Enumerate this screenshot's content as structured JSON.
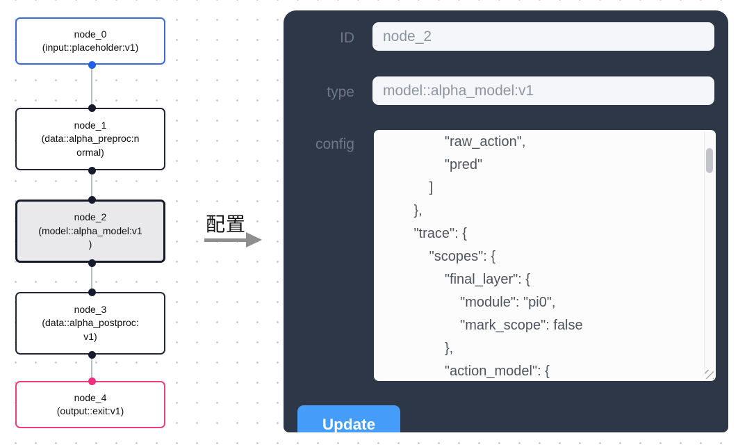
{
  "diagram": {
    "nodes": [
      {
        "name": "node_0",
        "label": "node_0\n(input::placeholder:v1)",
        "kind": "input",
        "border_color": "#3a6cd8",
        "port_color": "#2160e6"
      },
      {
        "name": "node_1",
        "label": "node_1\n(data::alpha_preproc:n\normal)",
        "kind": "data",
        "border_color": "#23263a",
        "port_color": "#171a2c"
      },
      {
        "name": "node_2",
        "label": "node_2\n(model::alpha_model:v1\n)",
        "kind": "model",
        "border_color": "#171a2c",
        "port_color": "#171a2c",
        "selected": true,
        "selected_bg": "#e9e9eb"
      },
      {
        "name": "node_3",
        "label": "node_3\n(data::alpha_postproc:\nv1)",
        "kind": "data",
        "border_color": "#23263a",
        "port_color": "#171a2c"
      },
      {
        "name": "node_4",
        "label": "node_4\n(output::exit:v1)",
        "kind": "output",
        "border_color": "#ee3d80",
        "port_color": "#f02d7d"
      }
    ],
    "edge_label": "配置"
  },
  "panel": {
    "bg_color": "#2d3748",
    "fields": [
      {
        "label": "ID",
        "value": "node_2"
      },
      {
        "label": "type",
        "value": "model::alpha_model:v1"
      },
      {
        "label": "config",
        "value": "                \"raw_action\",\n                \"pred\"\n            ]\n        },\n        \"trace\": {\n            \"scopes\": {\n                \"final_layer\": {\n                    \"module\": \"pi0\",\n                    \"mark_scope\": false\n                },\n                \"action_model\": {"
      }
    ],
    "update_button": "Update",
    "update_button_color": "#459df9"
  }
}
